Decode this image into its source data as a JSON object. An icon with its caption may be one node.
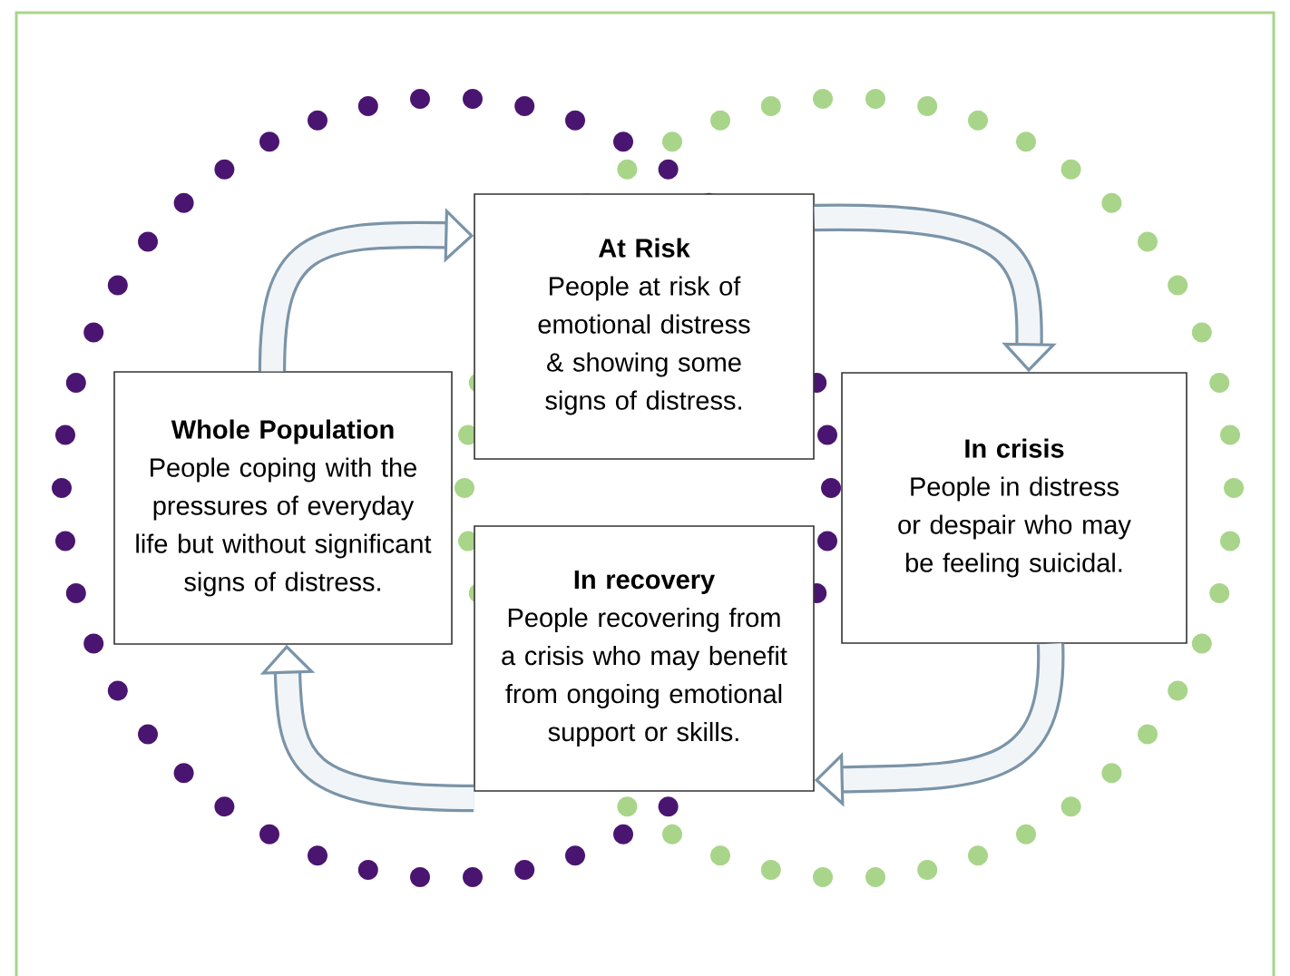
{
  "diagram": {
    "nodes": [
      {
        "text": [
          "Whole Population",
          "People coping with the pressures of everyday life but without significant signs of distress."
        ]
      },
      {
        "text": [
          "At Risk",
          "People at risk of emotional distress & showing some signs of distress."
        ]
      },
      {
        "text": [
          "In crisis",
          "People in distress or despair who may be feeling suicidal."
        ]
      },
      {
        "text": [
          "In recovery",
          "People recovering from a crisis who may benefit from ongoing emotional support or skills."
        ]
      }
    ],
    "edges": [
      {
        "from": 0,
        "to": 1,
        "arrow": "to"
      },
      {
        "from": 1,
        "to": 2,
        "arrow": "to"
      },
      {
        "from": 2,
        "to": 3,
        "arrow": "to"
      },
      {
        "from": 3,
        "to": 0,
        "arrow": "to"
      }
    ]
  }
}
